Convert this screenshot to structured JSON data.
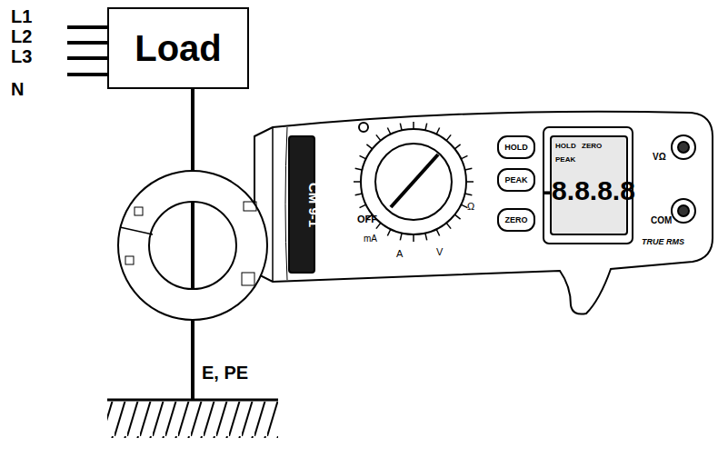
{
  "diagram": {
    "nodes": [
      {
        "text": [
          "Load"
        ]
      }
    ],
    "labels": [
      "L1",
      "L2",
      "L3",
      "N",
      "E, PE",
      "CM 9-1",
      "OFF",
      "mA",
      "A",
      "V",
      "Ω",
      "HOLD",
      "PEAK",
      "ZERO",
      "-8.8.8.8",
      "TRUE RMS",
      "COM",
      "VΩ",
      "HOLD",
      "ZERO",
      "PEAK"
    ]
  }
}
